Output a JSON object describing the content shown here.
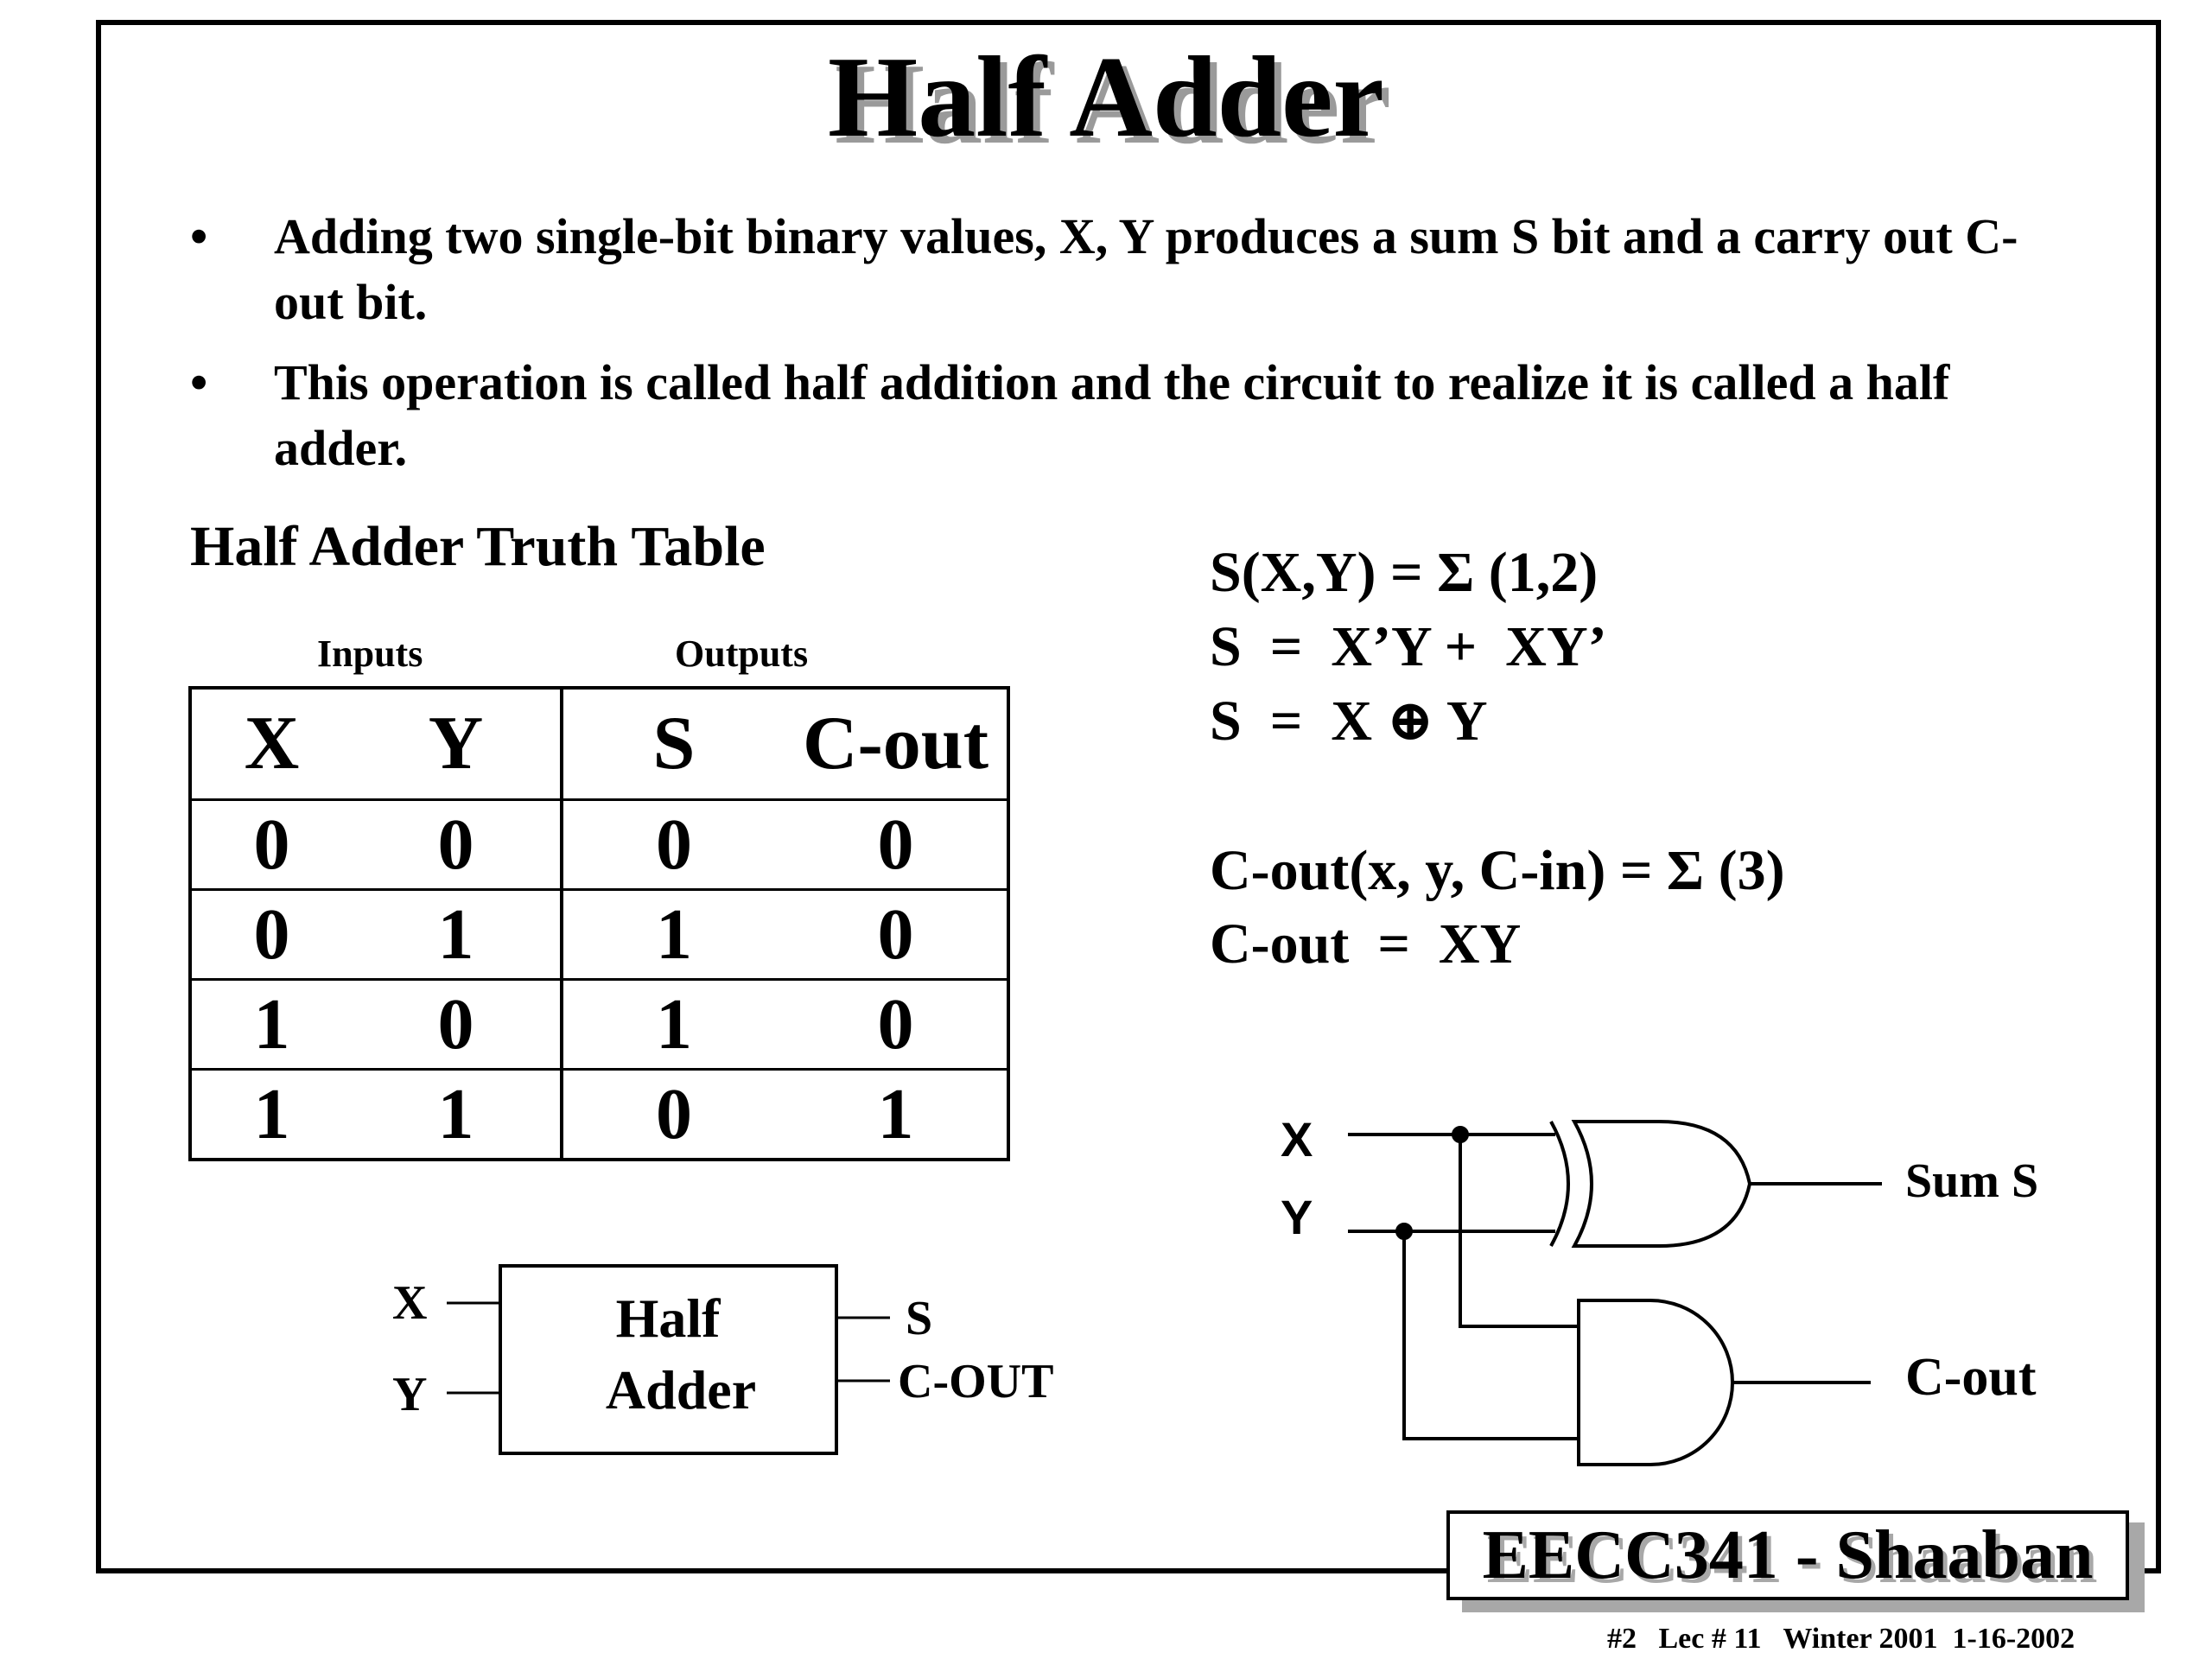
{
  "slide": {
    "title": "Half Adder",
    "bullets": [
      "Adding two single-bit binary values, X, Y produces a sum S bit and a carry out C-out bit.",
      "This operation is called half addition and the circuit to realize it is called a half adder."
    ],
    "bullet_symbol": "•"
  },
  "truth_table": {
    "title": "Half Adder Truth Table",
    "inputs_label": "Inputs",
    "outputs_label": "Outputs",
    "headers": [
      "X",
      "Y",
      "S",
      "C-out"
    ],
    "rows": [
      [
        "0",
        "0",
        "0",
        "0"
      ],
      [
        "0",
        "1",
        "1",
        "0"
      ],
      [
        "1",
        "0",
        "1",
        "0"
      ],
      [
        "1",
        "1",
        "0",
        "1"
      ]
    ]
  },
  "equations": {
    "sum_minterms": "S(X,Y) = Σ (1,2)",
    "sum_sop": "S  =  X’Y +  XY’",
    "sum_xor": "S  =  X ⊕ Y",
    "cout_minterms": "C-out(x, y, C-in) = Σ (3)",
    "cout_expr": "C-out  =  XY"
  },
  "block_diagram": {
    "block_line1": "Half",
    "block_line2": "Adder",
    "input_x": "X",
    "input_y": "Y",
    "output_s": "S",
    "output_cout": "C-OUT"
  },
  "gate_diagram": {
    "input_x": "X",
    "input_y": "Y",
    "output_sum": "Sum S",
    "output_cout": "C-out"
  },
  "footer": {
    "badge": "EECC341 - Shaaban",
    "slide_number": "#2",
    "lecture": "Lec # 11",
    "term": "Winter 2001",
    "date": "1-16-2002"
  }
}
